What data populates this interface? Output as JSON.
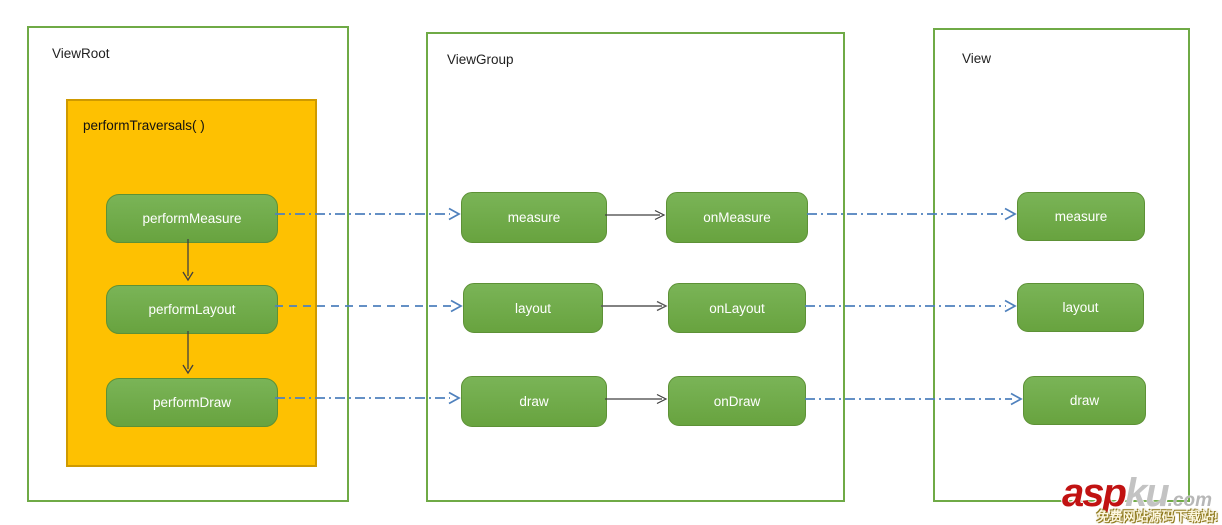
{
  "diagram": {
    "viewroot": {
      "label": "ViewRoot",
      "traversals_label": "performTraversals( )",
      "nodes": {
        "perform_measure": "performMeasure",
        "perform_layout": "performLayout",
        "perform_draw": "performDraw"
      }
    },
    "viewgroup": {
      "label": "ViewGroup",
      "nodes": {
        "measure": "measure",
        "on_measure": "onMeasure",
        "layout": "layout",
        "on_layout": "onLayout",
        "draw": "draw",
        "on_draw": "onDraw"
      }
    },
    "view": {
      "label": "View",
      "nodes": {
        "measure": "measure",
        "layout": "layout",
        "draw": "draw"
      }
    }
  },
  "watermark": {
    "brand_red": "asp",
    "brand_gray": "ku",
    "brand_tld": ".com",
    "tagline": "免费网站源码下载站!"
  },
  "colors": {
    "panel_border_green": "#6faa46",
    "node_fill_green": "#70ad47",
    "node_border_green": "#5d9136",
    "traversal_fill_orange": "#fec101",
    "traversal_border_orange": "#cf9a00",
    "connector_blue": "#4f81bd",
    "connector_black": "#404040",
    "brand_red": "#c11212"
  }
}
